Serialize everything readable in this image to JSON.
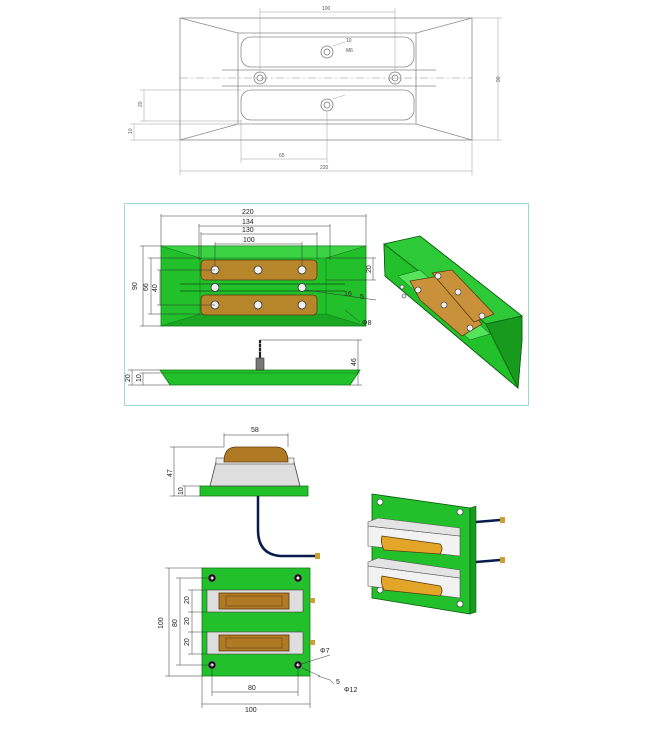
{
  "top_drawing": {
    "dim_top": "100",
    "dim_bottom_inner": "65",
    "dim_bottom_total": "220",
    "dim_right": "90",
    "dim_left_a": "20",
    "dim_left_b": "10",
    "hole_label": "10",
    "hole_label_b": "M6"
  },
  "middle_drawing": {
    "dims_top": [
      "220",
      "134",
      "130",
      "100"
    ],
    "dim_left_outer": "90",
    "dim_left_mid": "66",
    "dim_left_inner": "40",
    "dim_right": "20",
    "dim_callout_a": "16",
    "dim_callout_b": "5",
    "dim_phi": "Φ8",
    "dim_side_height": "46",
    "dim_side_left_a": "20",
    "dim_side_left_b": "10",
    "colors": {
      "green": "#22c02a",
      "copper": "#b8862a",
      "frame": "#9fd6d6"
    }
  },
  "bottom_drawing": {
    "dim_block_width": "58",
    "dim_side_height": "47",
    "dim_side_base": "10",
    "dims_left_inner": [
      "20",
      "20",
      "20"
    ],
    "dim_left_mid": "80",
    "dim_left_outer": "100",
    "dim_bottom_inner": "80",
    "dim_bottom_outer": "100",
    "dim_hole": "Φ7",
    "dim_callout": "5",
    "dim_counterbore": "Φ12"
  }
}
